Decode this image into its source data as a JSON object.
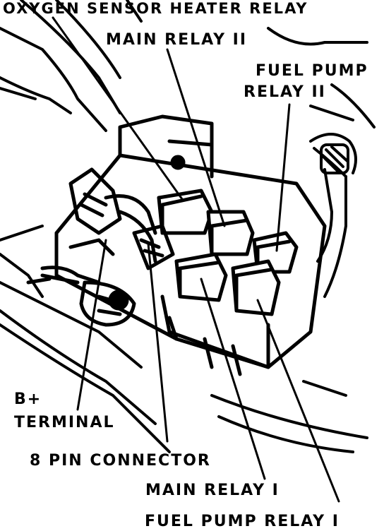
{
  "labels": {
    "oxygen_sensor_heater_relay": "OXYGEN SENSOR HEATER RELAY",
    "main_relay_2": "MAIN RELAY II",
    "fuel_pump_relay_2_line1": "FUEL PUMP",
    "fuel_pump_relay_2_line2": "RELAY II",
    "b_plus_line1": "B+",
    "b_plus_line2": "TERMINAL",
    "pin_connector": "8 PIN CONNECTOR",
    "main_relay_1": "MAIN RELAY I",
    "fuel_pump_relay_1": "FUEL PUMP RELAY I"
  },
  "colors": {
    "ink": "#000000",
    "paper": "#ffffff"
  }
}
